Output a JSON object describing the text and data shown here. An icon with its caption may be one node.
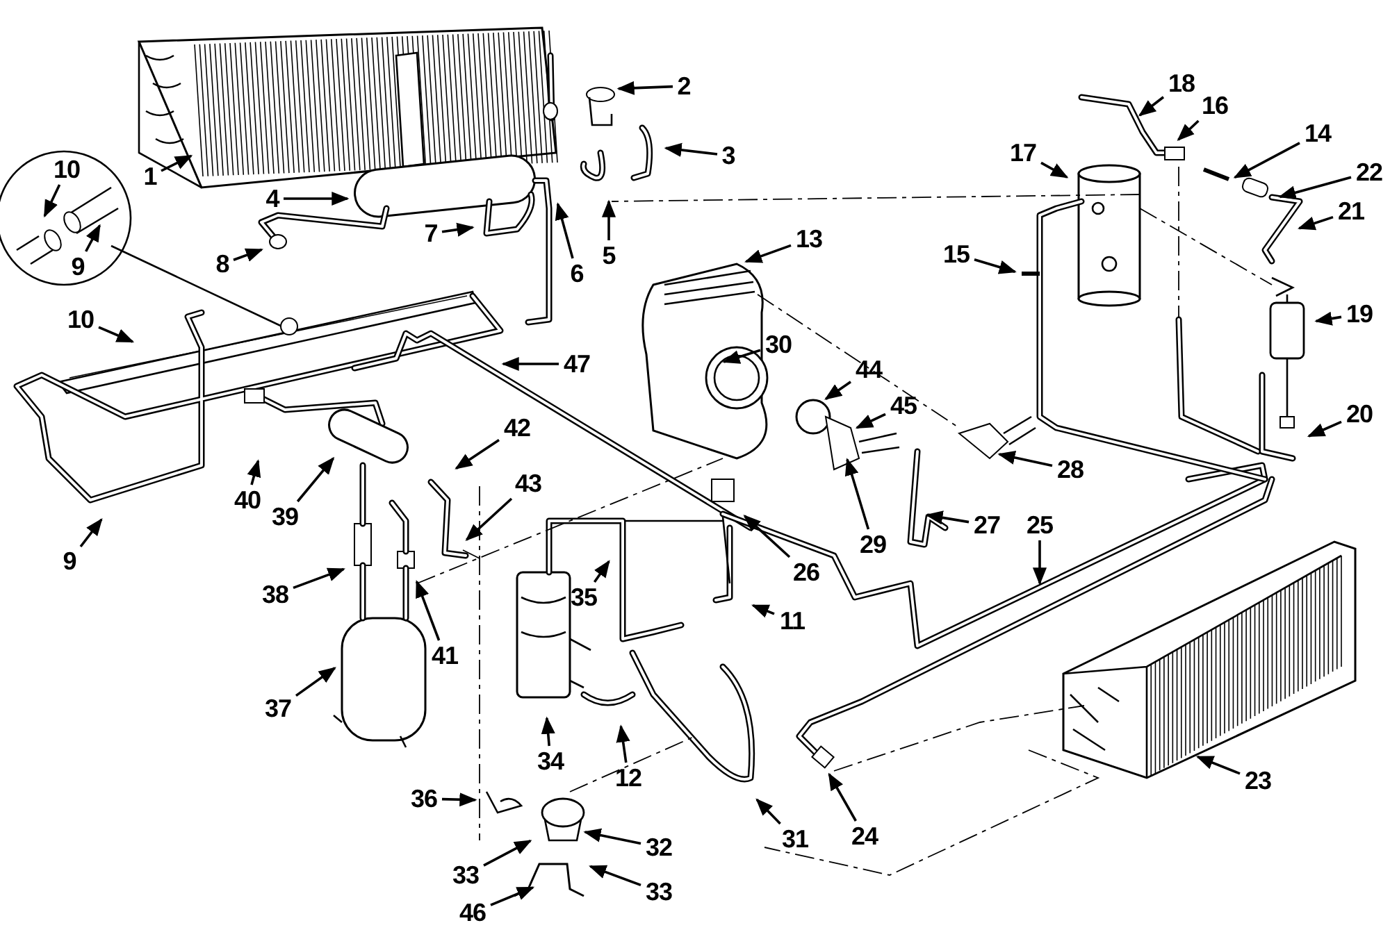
{
  "diagram": {
    "nodes": [
      {
        "text": [
          "1"
        ]
      },
      {
        "text": [
          "2"
        ]
      },
      {
        "text": [
          "3"
        ]
      },
      {
        "text": [
          "4"
        ]
      },
      {
        "text": [
          "5"
        ]
      },
      {
        "text": [
          "6"
        ]
      },
      {
        "text": [
          "7"
        ]
      },
      {
        "text": [
          "8"
        ]
      },
      {
        "text": [
          "10"
        ]
      },
      {
        "text": [
          "9"
        ]
      },
      {
        "text": [
          "10"
        ]
      },
      {
        "text": [
          "9"
        ]
      },
      {
        "text": [
          "40"
        ]
      },
      {
        "text": [
          "47"
        ]
      },
      {
        "text": [
          "13"
        ]
      },
      {
        "text": [
          "30"
        ]
      },
      {
        "text": [
          "44"
        ]
      },
      {
        "text": [
          "45"
        ]
      },
      {
        "text": [
          "28"
        ]
      },
      {
        "text": [
          "29"
        ]
      },
      {
        "text": [
          "26"
        ]
      },
      {
        "text": [
          "27"
        ]
      },
      {
        "text": [
          "25"
        ]
      },
      {
        "text": [
          "11"
        ]
      },
      {
        "text": [
          "23"
        ]
      },
      {
        "text": [
          "24"
        ]
      },
      {
        "text": [
          "31"
        ]
      },
      {
        "text": [
          "12"
        ]
      },
      {
        "text": [
          "32"
        ]
      },
      {
        "text": [
          "33"
        ]
      },
      {
        "text": [
          "33"
        ]
      },
      {
        "text": [
          "46"
        ]
      },
      {
        "text": [
          "36"
        ]
      },
      {
        "text": [
          "34"
        ]
      },
      {
        "text": [
          "35"
        ]
      },
      {
        "text": [
          "37"
        ]
      },
      {
        "text": [
          "38"
        ]
      },
      {
        "text": [
          "41"
        ]
      },
      {
        "text": [
          "39"
        ]
      },
      {
        "text": [
          "42"
        ]
      },
      {
        "text": [
          "43"
        ]
      },
      {
        "text": [
          "15"
        ]
      },
      {
        "text": [
          "17"
        ]
      },
      {
        "text": [
          "18"
        ]
      },
      {
        "text": [
          "16"
        ]
      },
      {
        "text": [
          "14"
        ]
      },
      {
        "text": [
          "22"
        ]
      },
      {
        "text": [
          "21"
        ]
      },
      {
        "text": [
          "19"
        ]
      },
      {
        "text": [
          "20"
        ]
      }
    ],
    "edges": [
      {
        "from": 0,
        "to": null,
        "arrow": "to"
      },
      {
        "from": 1,
        "to": null,
        "arrow": "to"
      },
      {
        "from": 2,
        "to": null,
        "arrow": "to"
      },
      {
        "from": 3,
        "to": null,
        "arrow": "to"
      },
      {
        "from": 4,
        "to": null,
        "arrow": "to"
      },
      {
        "from": 5,
        "to": null,
        "arrow": "to"
      },
      {
        "from": 6,
        "to": null,
        "arrow": "to"
      },
      {
        "from": 7,
        "to": null,
        "arrow": "to"
      },
      {
        "from": 8,
        "to": null,
        "arrow": "to"
      },
      {
        "from": 9,
        "to": null,
        "arrow": "to"
      },
      {
        "from": 10,
        "to": null,
        "arrow": "to"
      },
      {
        "from": 11,
        "to": null,
        "arrow": "to"
      },
      {
        "from": 12,
        "to": null,
        "arrow": "to"
      },
      {
        "from": 13,
        "to": null,
        "arrow": "to"
      },
      {
        "from": 14,
        "to": null,
        "arrow": "to"
      },
      {
        "from": 15,
        "to": null,
        "arrow": "to"
      },
      {
        "from": 16,
        "to": null,
        "arrow": "to"
      },
      {
        "from": 17,
        "to": null,
        "arrow": "to"
      },
      {
        "from": 18,
        "to": null,
        "arrow": "to"
      },
      {
        "from": 19,
        "to": null,
        "arrow": "to"
      },
      {
        "from": 20,
        "to": null,
        "arrow": "to"
      },
      {
        "from": 21,
        "to": null,
        "arrow": "to"
      },
      {
        "from": 22,
        "to": null,
        "arrow": "to"
      },
      {
        "from": 23,
        "to": null,
        "arrow": "to"
      },
      {
        "from": 24,
        "to": null,
        "arrow": "to"
      },
      {
        "from": 25,
        "to": null,
        "arrow": "to"
      },
      {
        "from": 26,
        "to": null,
        "arrow": "to"
      },
      {
        "from": 27,
        "to": null,
        "arrow": "to"
      },
      {
        "from": 28,
        "to": null,
        "arrow": "to"
      },
      {
        "from": 29,
        "to": null,
        "arrow": "to"
      },
      {
        "from": 30,
        "to": null,
        "arrow": "to"
      },
      {
        "from": 31,
        "to": null,
        "arrow": "to"
      },
      {
        "from": 32,
        "to": null,
        "arrow": "to"
      },
      {
        "from": 33,
        "to": null,
        "arrow": "to"
      },
      {
        "from": 34,
        "to": null,
        "arrow": "to"
      },
      {
        "from": 35,
        "to": null,
        "arrow": "to"
      },
      {
        "from": 36,
        "to": null,
        "arrow": "to"
      },
      {
        "from": 37,
        "to": null,
        "arrow": "to"
      },
      {
        "from": 38,
        "to": null,
        "arrow": "to"
      },
      {
        "from": 39,
        "to": null,
        "arrow": "to"
      },
      {
        "from": 40,
        "to": null,
        "arrow": "to"
      },
      {
        "from": 41,
        "to": null,
        "arrow": "to"
      },
      {
        "from": 42,
        "to": null,
        "arrow": "to"
      },
      {
        "from": 43,
        "to": null,
        "arrow": "to"
      },
      {
        "from": 44,
        "to": null,
        "arrow": "to"
      },
      {
        "from": 45,
        "to": null,
        "arrow": "to"
      },
      {
        "from": 46,
        "to": null,
        "arrow": "to"
      },
      {
        "from": 47,
        "to": null,
        "arrow": "to"
      },
      {
        "from": 48,
        "to": null,
        "arrow": "to"
      },
      {
        "from": 49,
        "to": null,
        "arrow": "to"
      }
    ]
  }
}
